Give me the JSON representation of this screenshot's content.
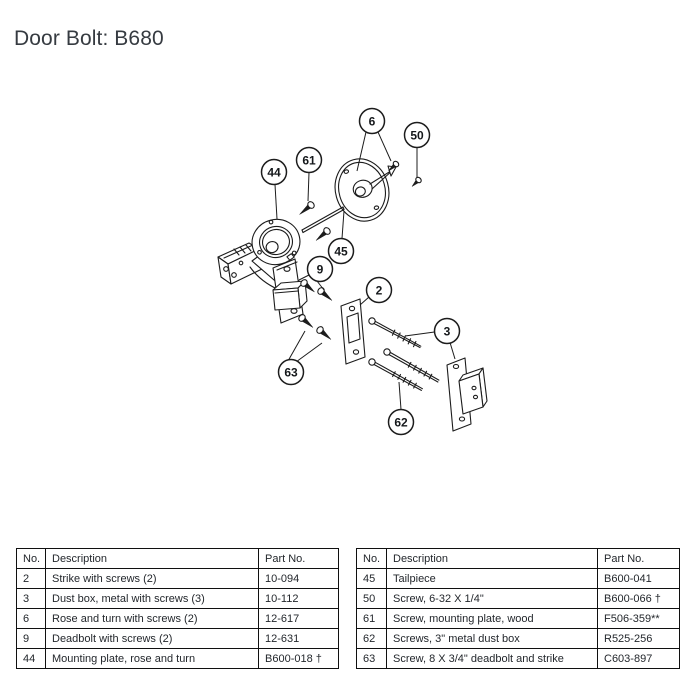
{
  "page": {
    "title": "Door Bolt: B680"
  },
  "diagram": {
    "description": "Exploded parts view of the B680 door bolt: rose and turn, tailpiece, mounting plate, deadbolt latch, strike, dust box and assorted screws with numbered callouts",
    "callouts": [
      {
        "number": "6",
        "points_to": "rose and turn with screw"
      },
      {
        "number": "50",
        "points_to": "screw 6-32 x 1/4 inch"
      },
      {
        "number": "61",
        "points_to": "mounting plate wood screw"
      },
      {
        "number": "44",
        "points_to": "mounting plate, rose and turn"
      },
      {
        "number": "45",
        "points_to": "tailpiece"
      },
      {
        "number": "9",
        "points_to": "deadbolt with screws"
      },
      {
        "number": "2",
        "points_to": "strike with screws"
      },
      {
        "number": "3",
        "points_to": "dust box with screws"
      },
      {
        "number": "63",
        "points_to": "deadbolt and strike screws"
      },
      {
        "number": "62",
        "points_to": "3 inch metal dust box screws"
      }
    ]
  },
  "tables": [
    {
      "headers": {
        "no": "No.",
        "description": "Description",
        "part_no": "Part No."
      },
      "rows": [
        {
          "no": "2",
          "description": "Strike with screws (2)",
          "part_no": "10-094"
        },
        {
          "no": "3",
          "description": "Dust box, metal with screws (3)",
          "part_no": "10-112"
        },
        {
          "no": "6",
          "description": "Rose and turn with screws (2)",
          "part_no": "12-617"
        },
        {
          "no": "9",
          "description": "Deadbolt with screws (2)",
          "part_no": "12-631"
        },
        {
          "no": "44",
          "description": "Mounting plate, rose and turn",
          "part_no": "B600-018 †"
        }
      ]
    },
    {
      "headers": {
        "no": "No.",
        "description": "Description",
        "part_no": "Part No."
      },
      "rows": [
        {
          "no": "45",
          "description": "Tailpiece",
          "part_no": "B600-041"
        },
        {
          "no": "50",
          "description": "Screw, 6-32 X 1/4\"",
          "part_no": "B600-066 †"
        },
        {
          "no": "61",
          "description": "Screw, mounting plate, wood",
          "part_no": "F506-359**"
        },
        {
          "no": "62",
          "description": "Screws, 3\" metal dust box",
          "part_no": "R525-256"
        },
        {
          "no": "63",
          "description": "Screw, 8 X 3/4\" deadbolt and strike",
          "part_no": "C603-897"
        }
      ]
    }
  ],
  "colors": {
    "ink": "#1c1c1c",
    "text": "#23272c",
    "background": "#ffffff"
  }
}
